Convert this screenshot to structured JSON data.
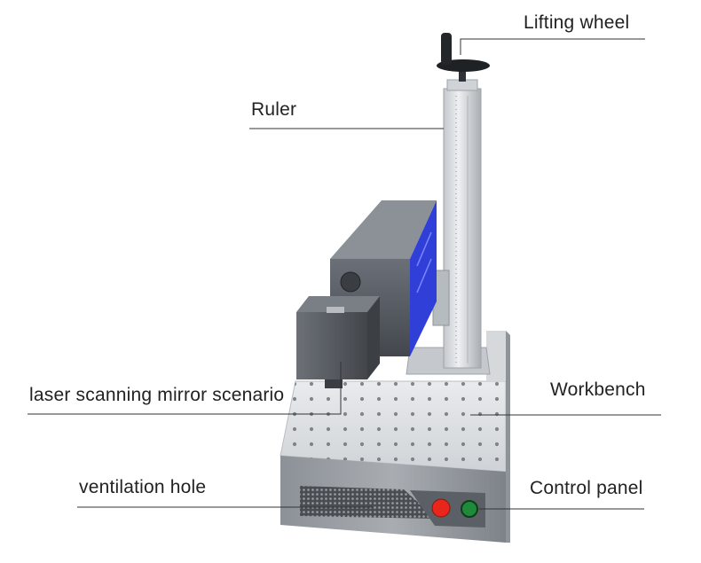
{
  "labels": {
    "lifting_wheel": "Lifting wheel",
    "ruler": "Ruler",
    "laser_mirror": "laser scanning mirror scenario",
    "workbench": "Workbench",
    "ventilation": "ventilation hole",
    "control_panel": "Control panel"
  },
  "colors": {
    "line": "#333333",
    "metal_light": "#d9dcdf",
    "metal_dark": "#5f6368",
    "laser_blue": "#2f3fd8",
    "button_red": "#e8261c",
    "button_green": "#1f8a3a"
  }
}
